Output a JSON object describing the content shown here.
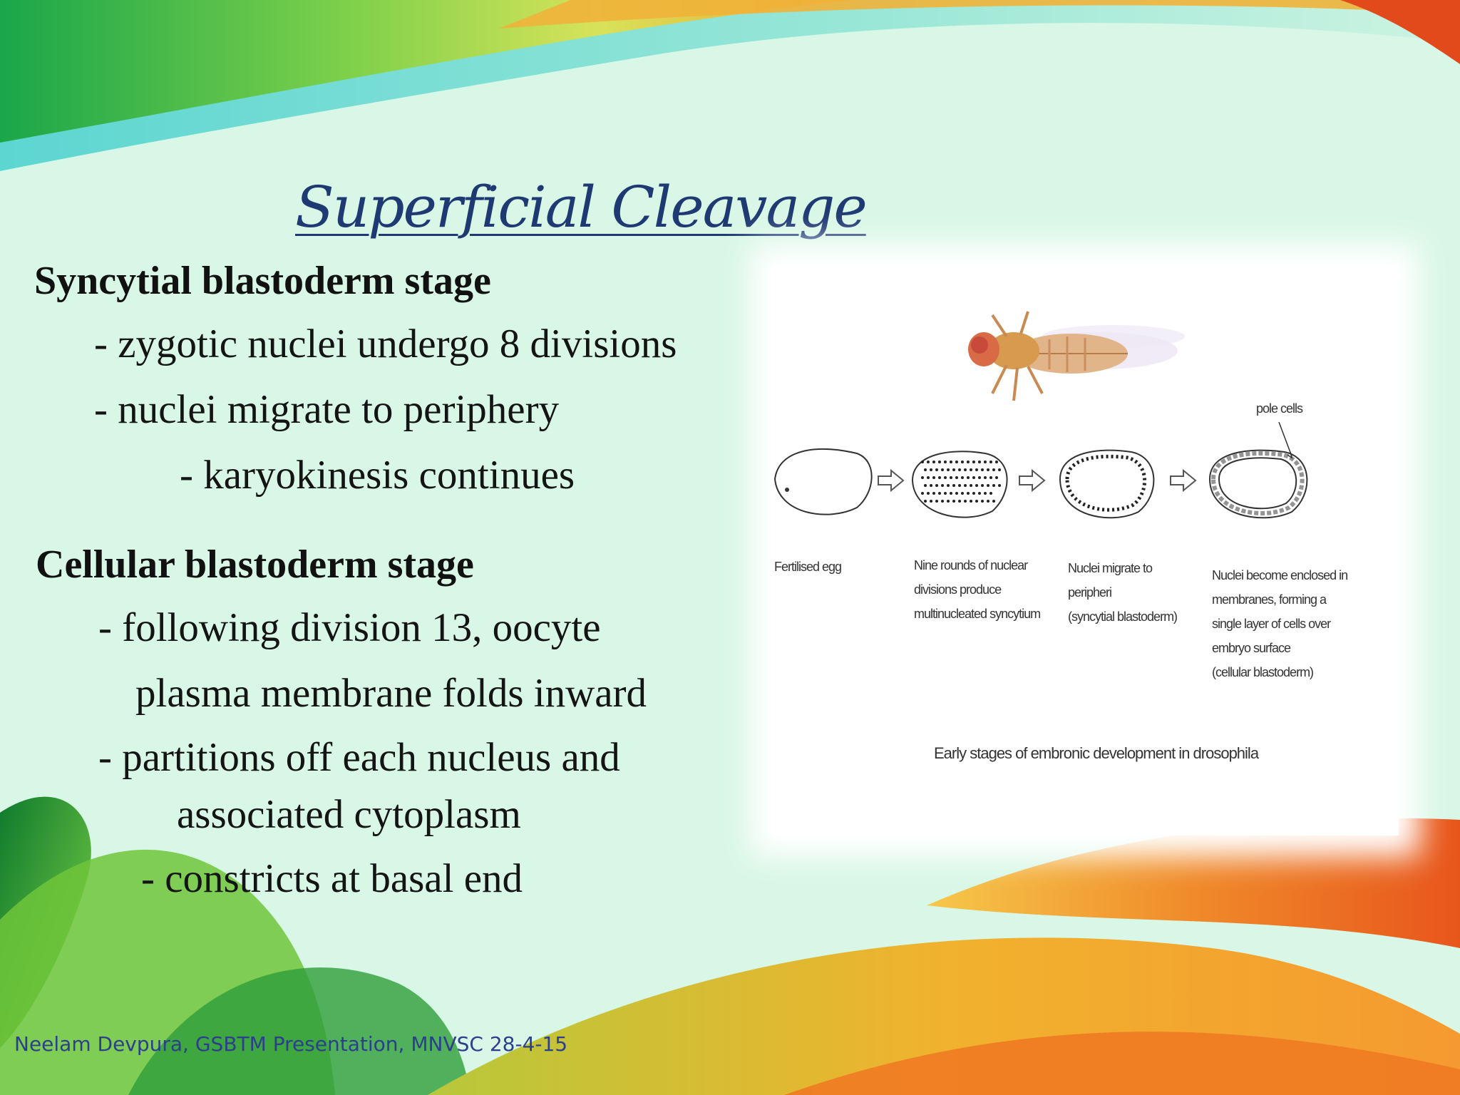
{
  "slide": {
    "title": "Superficial Cleavage",
    "sections": [
      {
        "heading": "Syncytial blastoderm stage",
        "lines": [
          "- zygotic nuclei undergo 8 divisions",
          "- nuclei migrate to periphery",
          "- karyokinesis continues"
        ]
      },
      {
        "heading": "Cellular blastoderm stage",
        "lines": [
          "- following division 13, oocyte",
          "plasma membrane folds inward",
          "- partitions off each nucleus and",
          "associated cytoplasm",
          "- constricts at basal end"
        ]
      }
    ],
    "footer": "Neelam Devpura, GSBTM Presentation, MNVSC 28-4-15"
  },
  "figure": {
    "pole_label": "pole cells",
    "stage_captions": [
      "Fertilised egg",
      "Nine rounds of nuclear\ndivisions produce\nmultinucleated syncytium",
      "Nuclei migrate to\nperipheri\n(syncytial blastoderm)",
      "Nuclei become enclosed in\nmembranes, forming a\nsingle layer of cells over\nembryo surface\n(cellular blastoderm)"
    ],
    "caption": "Early stages of embronic development in drosophila"
  },
  "colors": {
    "background": "#d9f7e6",
    "title": "#1f3a73",
    "footer": "#2b3f8c"
  }
}
